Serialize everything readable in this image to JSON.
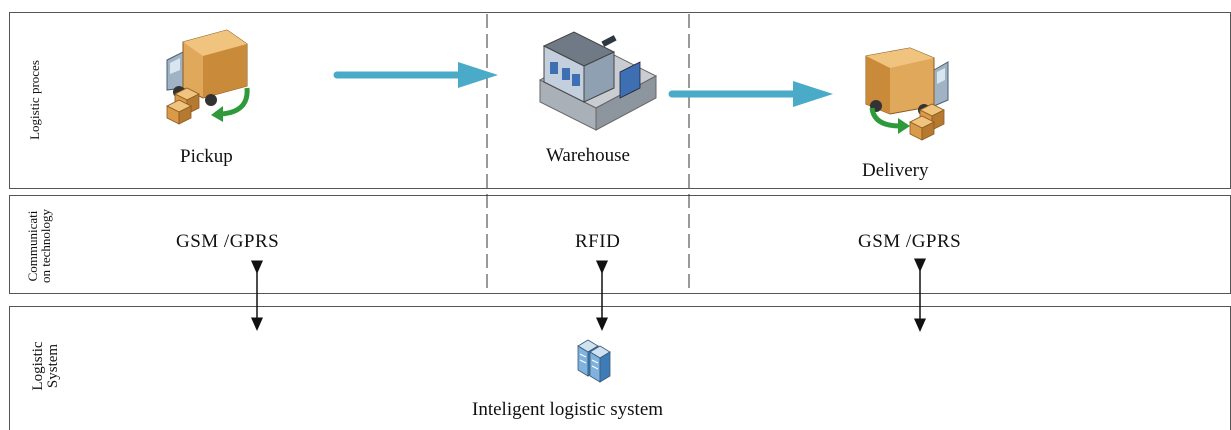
{
  "rows": {
    "process": "Logistic proces",
    "communication": "Communicati\non technology",
    "system": "Logistic\nSystem"
  },
  "stages": {
    "pickup": "Pickup",
    "warehouse": "Warehouse",
    "delivery": "Delivery"
  },
  "communication": {
    "left": "GSM /GPRS",
    "center": "RFID",
    "right": "GSM /GPRS"
  },
  "system": {
    "label": "Inteligent logistic system"
  },
  "colors": {
    "flow_arrow": "#4aabc8",
    "border": "#555555",
    "truck_box": "#d9a04d",
    "truck_cab": "#9fb3c4",
    "return_arrow": "#2f9a3a"
  },
  "icons": [
    "truck-pickup-icon",
    "warehouse-icon",
    "truck-delivery-icon",
    "server-icon"
  ]
}
